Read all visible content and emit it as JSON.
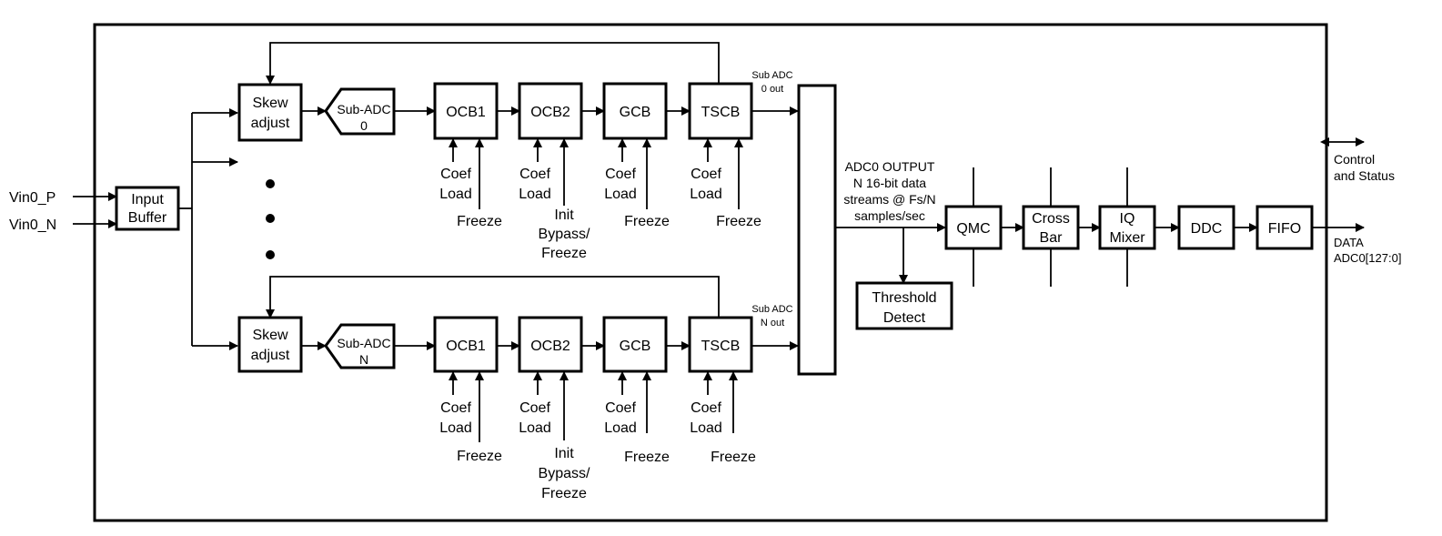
{
  "inputs": {
    "vin_p": "Vin0_P",
    "vin_n": "Vin0_N"
  },
  "input_buffer": [
    "Input",
    "Buffer"
  ],
  "skew_adjust": [
    "Skew",
    "adjust"
  ],
  "sub_adc_label": "Sub-ADC",
  "sub_adc_0_index": "0",
  "sub_adc_n_index": "N",
  "blocks": {
    "ocb1": "OCB1",
    "ocb2": "OCB2",
    "gcb": "GCB",
    "tscb": "TSCB"
  },
  "coef_load": [
    "Coef",
    "Load"
  ],
  "freeze": "Freeze",
  "init_bypass_freeze": [
    "Init",
    "Bypass/",
    "Freeze"
  ],
  "sub_adc_0_out": [
    "Sub ADC",
    "0 out"
  ],
  "sub_adc_n_out": [
    "Sub ADC",
    "N out"
  ],
  "adc0_output": [
    "ADC0 OUTPUT",
    "N 16-bit data",
    "streams @ Fs/N",
    "samples/sec"
  ],
  "threshold_detect": [
    "Threshold",
    "Detect"
  ],
  "qmc": "QMC",
  "cross_bar": [
    "Cross",
    "Bar"
  ],
  "iq_mixer": [
    "IQ",
    "Mixer"
  ],
  "ddc": "DDC",
  "fifo": "FIFO",
  "control_status": [
    "Control",
    "and Status"
  ],
  "data_out": [
    "DATA",
    "ADC0[127:0]"
  ]
}
